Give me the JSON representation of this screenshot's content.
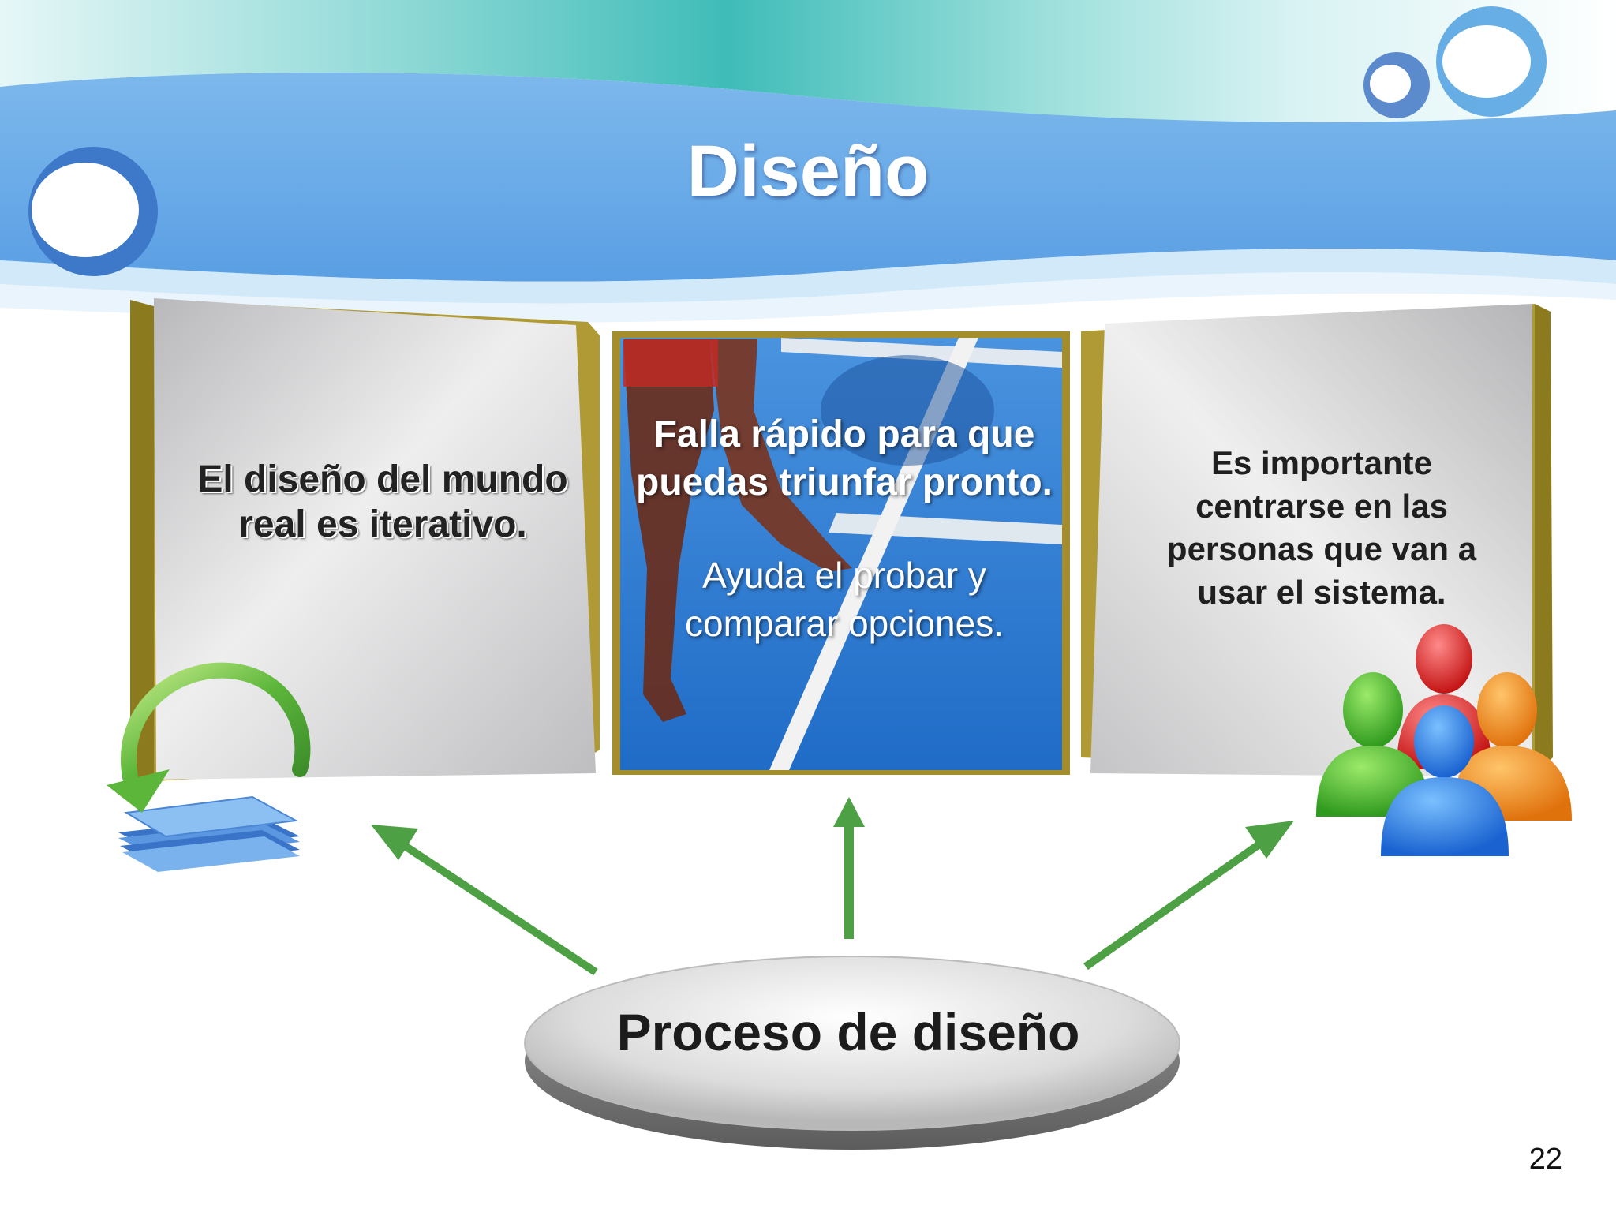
{
  "slide": {
    "title": "Diseño",
    "page_number": "22"
  },
  "panels": {
    "left": {
      "text": "El diseño del mundo real es iterativo."
    },
    "center": {
      "headline": "Falla rápido para que puedas triunfar pronto.",
      "subtext": "Ayuda el probar y comparar opciones."
    },
    "right": {
      "text": "Es importante centrarse en las personas que van a usar el sistema."
    }
  },
  "process": {
    "label": "Proceso de diseño"
  },
  "icons": {
    "left": "iterative-cycle-icon",
    "right": "people-group-icon",
    "arrows": "arrow-up-icon"
  },
  "colors": {
    "banner_blue": "#5fa3e6",
    "panel_gold": "#a08a2a",
    "arrow_green": "#4ea044",
    "track_blue": "#2f7fd6"
  }
}
